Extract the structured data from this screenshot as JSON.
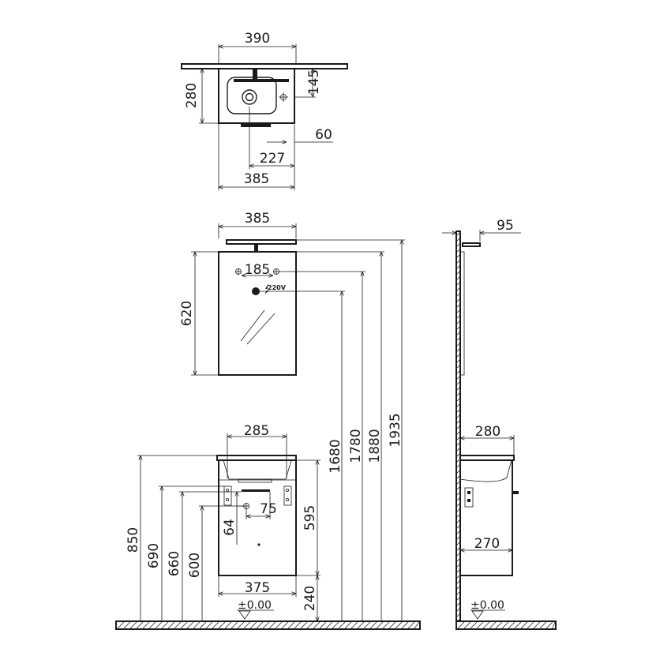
{
  "plan_view": {
    "dim_width": "390",
    "dim_depth": "280",
    "dim_tap_offset": "145",
    "dim_waste_offset": "60",
    "dim_waste_from_side": "227",
    "dim_cabinet_width": "385"
  },
  "mirror_view": {
    "dim_width": "385",
    "dim_height": "620",
    "dim_fixing_spacing": "185",
    "socket_label": "220V",
    "dim_socket_height": "1680",
    "dim_fixing_height": "1780",
    "dim_top_height": "1880",
    "dim_light_height": "1935"
  },
  "front_view": {
    "dim_basin_width": "285",
    "dim_top_height": "850",
    "dim_bracket_height": "690",
    "dim_bracket2_height": "660",
    "dim_trap_height": "600",
    "dim_cabinet_height": "595",
    "dim_bracket_offset": "64",
    "dim_waste_spacing": "75",
    "dim_cabinet_width": "375",
    "dim_floor_gap": "240",
    "floor_level": "±0.00"
  },
  "side_view": {
    "dim_light_projection": "95",
    "dim_depth": "280",
    "dim_cabinet_depth": "270",
    "floor_level": "±0.00"
  }
}
